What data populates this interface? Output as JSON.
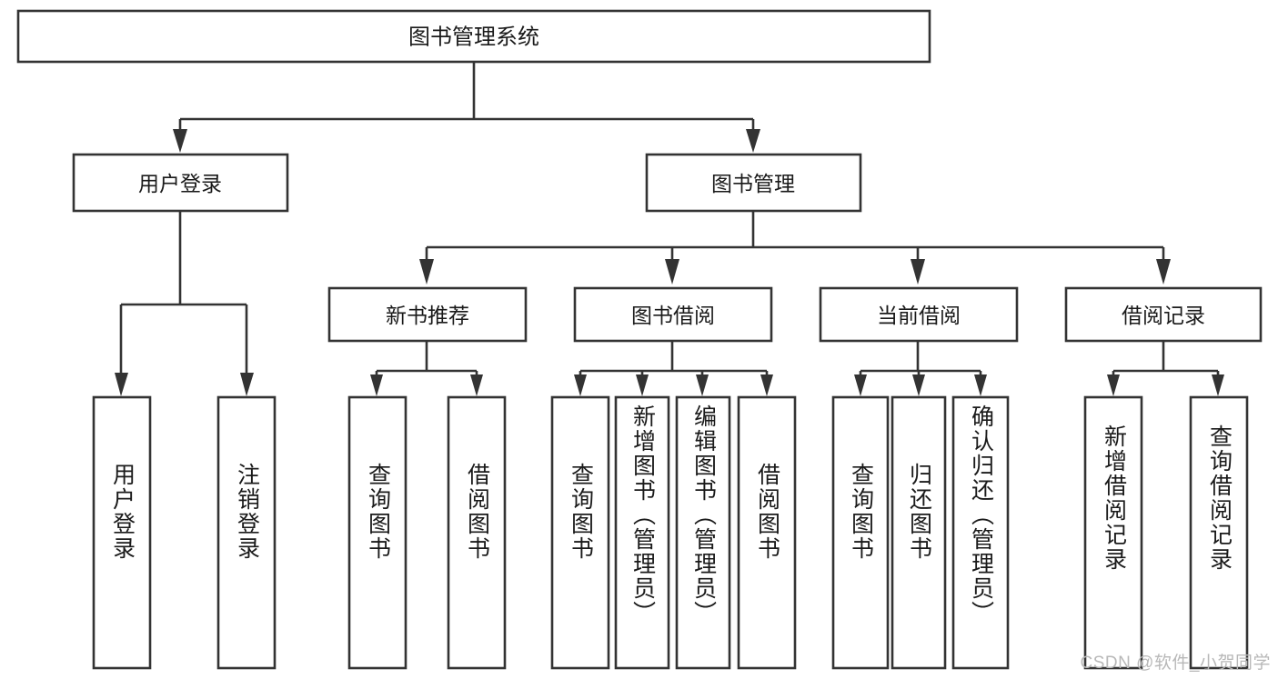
{
  "diagram": {
    "type": "tree-hierarchy",
    "title": "图书管理系统",
    "root": {
      "label": "图书管理系统"
    },
    "level2": [
      {
        "label": "用户登录"
      },
      {
        "label": "图书管理"
      }
    ],
    "level3": [
      {
        "label": "新书推荐"
      },
      {
        "label": "图书借阅"
      },
      {
        "label": "当前借阅"
      },
      {
        "label": "借阅记录"
      }
    ],
    "leaves": {
      "user_login": [
        {
          "label": "用户登录"
        },
        {
          "label": "注销登录"
        }
      ],
      "new_book_recommend": [
        {
          "label": "查询图书"
        },
        {
          "label": "借阅图书"
        }
      ],
      "book_borrow": [
        {
          "label": "查询图书"
        },
        {
          "label": "新增图书（管理员）"
        },
        {
          "label": "编辑图书（管理员）"
        },
        {
          "label": "借阅图书"
        }
      ],
      "current_borrow": [
        {
          "label": "查询图书"
        },
        {
          "label": "归还图书"
        },
        {
          "label": "确认归还（管理员）"
        }
      ],
      "borrow_record": [
        {
          "label": "新增借阅记录"
        },
        {
          "label": "查询借阅记录"
        }
      ]
    }
  },
  "watermark": {
    "text": "CSDN @软件_小贺同学"
  },
  "colors": {
    "box_border": "#333333",
    "box_fill": "#ffffff",
    "text": "#1a1a1a",
    "connector": "#333333",
    "watermark": "#b8b8b8",
    "background": "#ffffff"
  }
}
